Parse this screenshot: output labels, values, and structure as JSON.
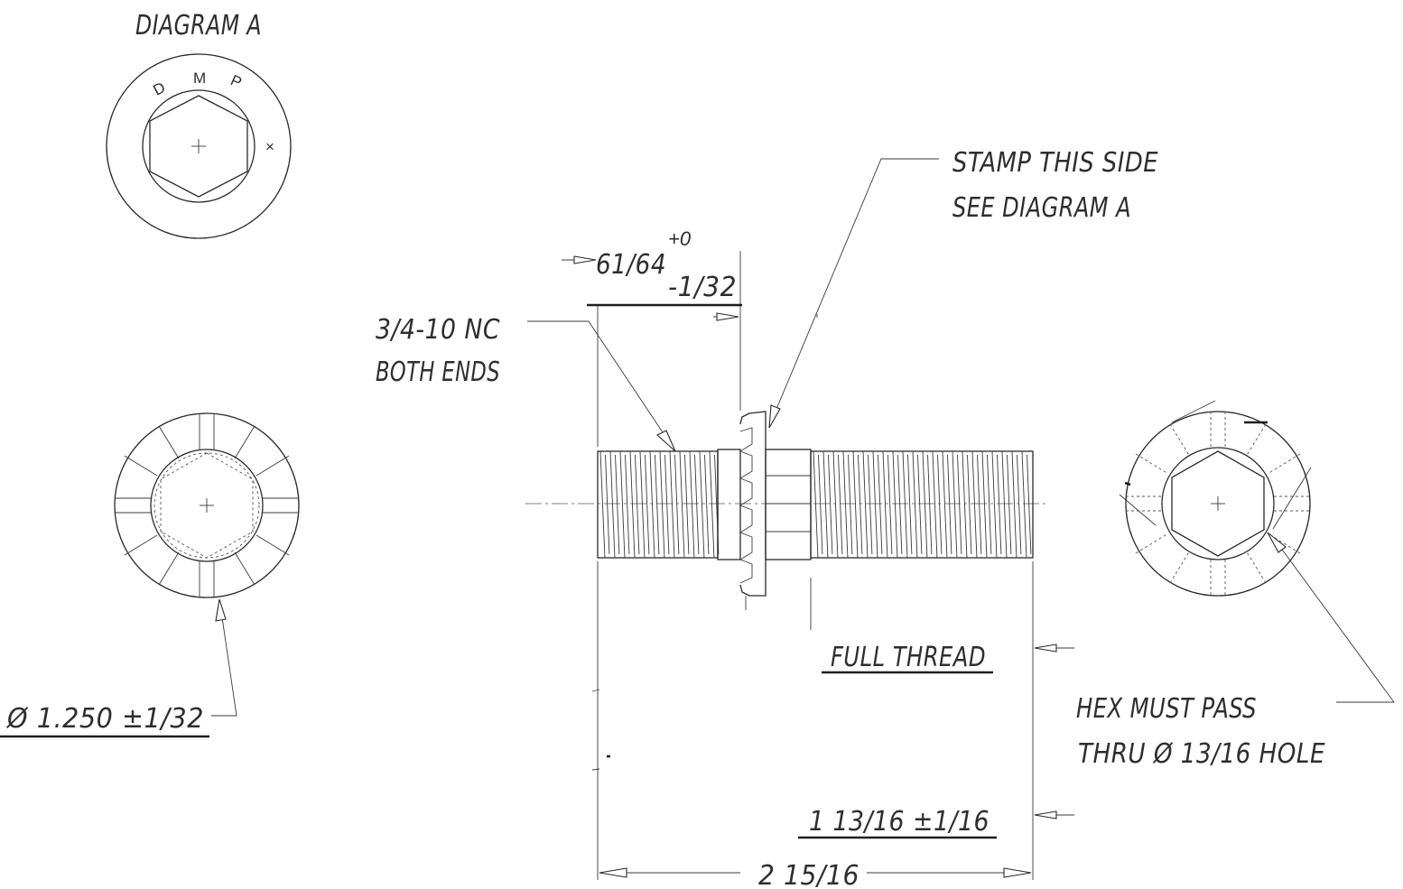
{
  "labels": {
    "diagram_a": "DIAGRAM A",
    "stamp_line1": "STAMP THIS SIDE",
    "stamp_line2": "SEE DIAGRAM A",
    "thread_line1": "3/4-10 NC",
    "thread_line2": "BOTH ENDS",
    "dim_collar": "61/64",
    "tol_plus": "+0",
    "tol_minus": "-1/32",
    "full_thread": "FULL THREAD",
    "dim_thread_length": "1 13/16 ±1/16",
    "dim_overall": "2 15/16",
    "dim_diameter": "Ø 1.250 ±1/32",
    "hex_line1": "HEX MUST PASS",
    "hex_line2": "THRU Ø 13/16 HOLE"
  },
  "stamp_letters": {
    "d": "D",
    "m": "M",
    "p": "P",
    "x": "×"
  }
}
